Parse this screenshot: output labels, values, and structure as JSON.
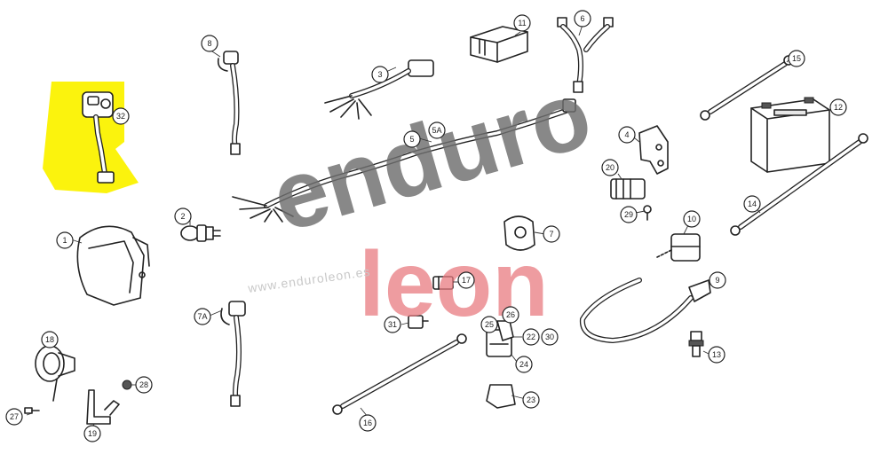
{
  "watermark": {
    "line1": "enduro",
    "line2": "leon",
    "line1_color": "#6e6e6e",
    "line2_color": "#e8797f",
    "faint": "www.enduroleon.es"
  },
  "highlight_color": "#fbf200",
  "callouts": {
    "c1": "1",
    "c2": "2",
    "c3": "3",
    "c4": "4",
    "c5": "5",
    "c5a": "5A",
    "c6": "6",
    "c7": "7",
    "c7a": "7A",
    "c8": "8",
    "c9": "9",
    "c10": "10",
    "c11": "11",
    "c12": "12",
    "c13": "13",
    "c14": "14",
    "c15": "15",
    "c16": "16",
    "c17": "17",
    "c18": "18",
    "c19": "19",
    "c20": "20",
    "c22": "22",
    "c23": "23",
    "c24": "24",
    "c25": "25",
    "c26": "26",
    "c27": "27",
    "c28": "28",
    "c29": "29",
    "c30": "30",
    "c31": "31",
    "c32": "32"
  }
}
